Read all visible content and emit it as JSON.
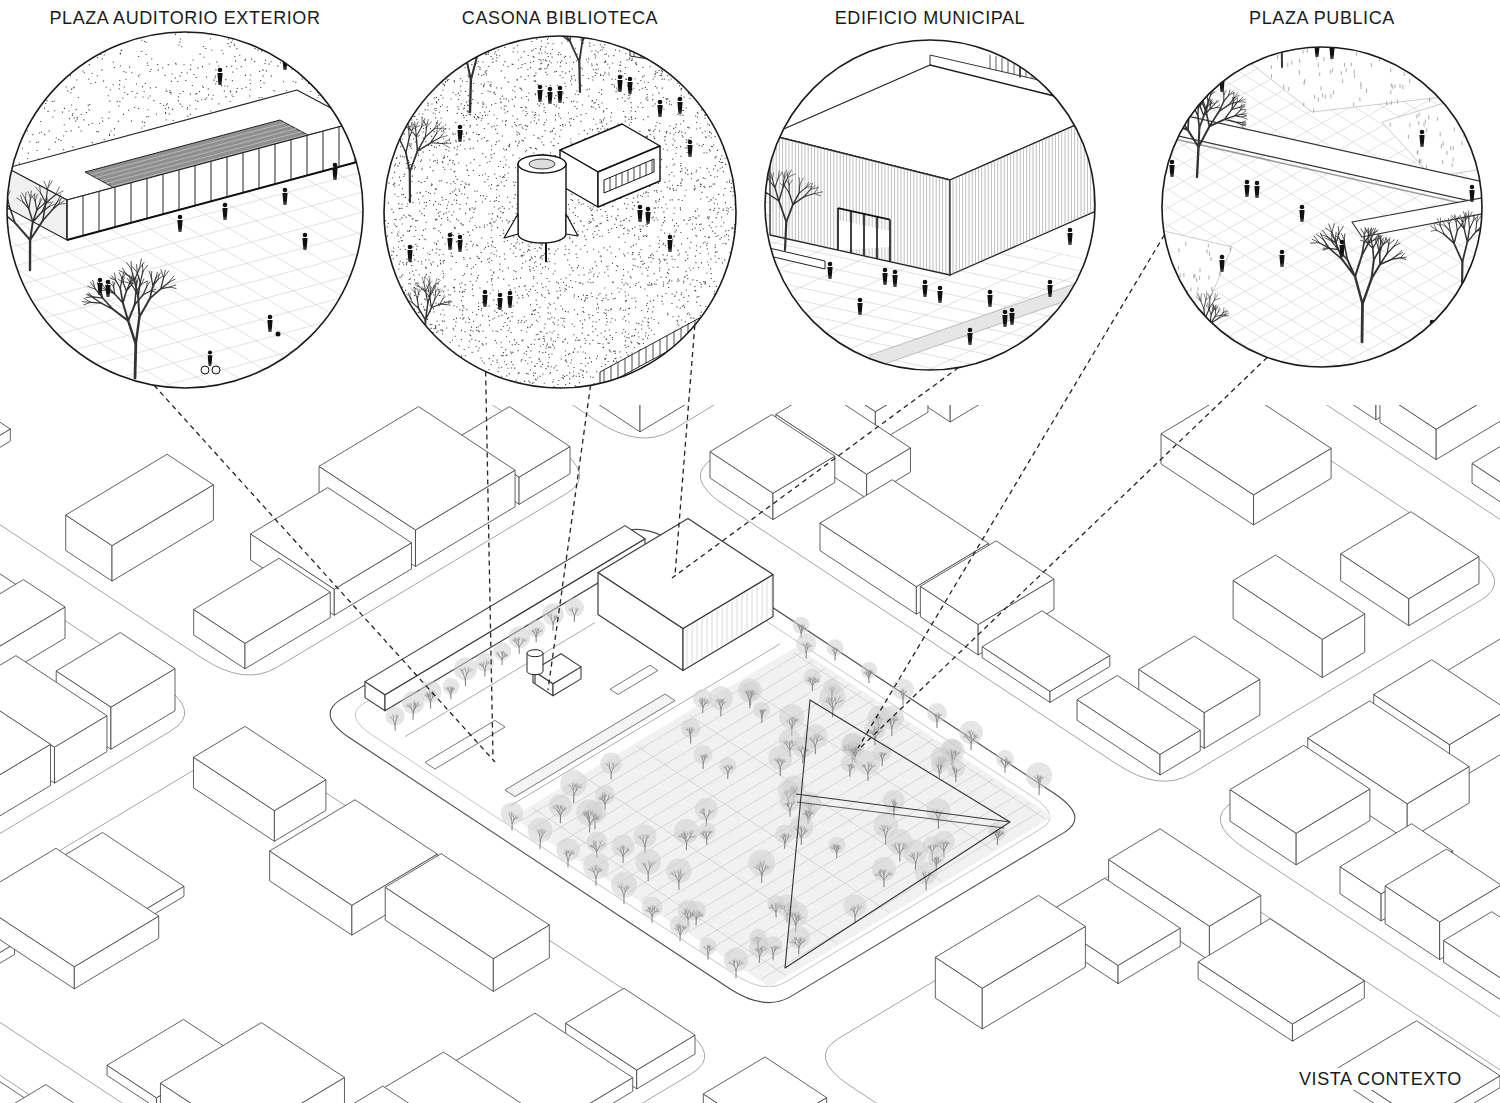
{
  "diagram": {
    "nodes": [
      {
        "text": [
          "PLAZA AUDITORIO EXTERIOR"
        ]
      },
      {
        "text": [
          "CASONA BIBLIOTECA"
        ]
      },
      {
        "text": [
          "EDIFICIO MUNICIPAL"
        ]
      },
      {
        "text": [
          "PLAZA PUBLICA"
        ]
      }
    ],
    "labels": [
      "VISTA CONTEXTO"
    ]
  }
}
